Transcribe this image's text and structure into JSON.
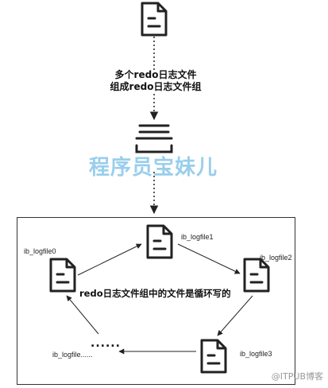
{
  "caption_lines": [
    "多个redo日志文件",
    "组成redo日志文件组"
  ],
  "watermark": "程序员宝妹儿",
  "center_note": "redo日志文件组中的文件是循环写的",
  "files": [
    {
      "label": "ib_logfile0"
    },
    {
      "label": "ib_logfile1"
    },
    {
      "label": "ib_logfile2"
    },
    {
      "label": "ib_logfile3"
    },
    {
      "label": "ib_logfile......"
    }
  ],
  "ellipsis": "......",
  "corner_mark": "@ITPUB博客",
  "colors": {
    "stroke": "#222222",
    "watermark": "#8ec9ea",
    "border": "#333333"
  },
  "icons": [
    "document-icon",
    "stack-icon",
    "arrow-icon"
  ]
}
